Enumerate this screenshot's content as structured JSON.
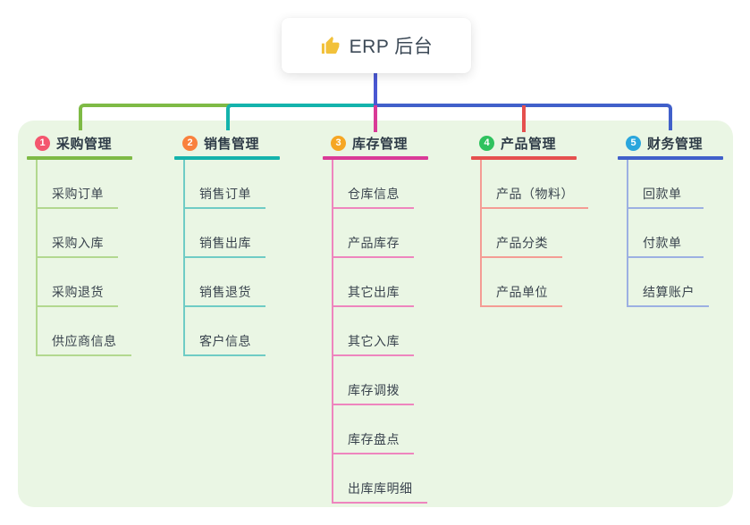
{
  "root": {
    "label": "ERP 后台",
    "icon": "thumbs-up-icon"
  },
  "branches": [
    {
      "number": "1",
      "label": "采购管理",
      "colors": {
        "badge": "#f4566e",
        "main": "#7eba45",
        "light": "#b2d88f"
      },
      "children": [
        "采购订单",
        "采购入库",
        "采购退货",
        "供应商信息"
      ]
    },
    {
      "number": "2",
      "label": "销售管理",
      "colors": {
        "badge": "#f9813d",
        "main": "#14b3ac",
        "light": "#6fccc5"
      },
      "children": [
        "销售订单",
        "销售出库",
        "销售退货",
        "客户信息"
      ]
    },
    {
      "number": "3",
      "label": "库存管理",
      "colors": {
        "badge": "#f6a623",
        "main": "#d93a97",
        "light": "#ee85be"
      },
      "children": [
        "仓库信息",
        "产品库存",
        "其它出库",
        "其它入库",
        "库存调拨",
        "库存盘点",
        "出库库明细"
      ]
    },
    {
      "number": "4",
      "label": "产品管理",
      "colors": {
        "badge": "#2fc25e",
        "main": "#e5504e",
        "light": "#f49c94"
      },
      "children": [
        "产品（物料）",
        "产品分类",
        "产品单位"
      ]
    },
    {
      "number": "5",
      "label": "财务管理",
      "colors": {
        "badge": "#2aa6dd",
        "main": "#4160ca",
        "light": "#9cb0e2"
      },
      "children": [
        "回款单",
        "付款单",
        "结算账户"
      ]
    }
  ],
  "connectors": {
    "root_color": "#4a58d2"
  },
  "canvas": {
    "panel_bg": "#eaf6e4",
    "icon_color": "#f2c13a"
  }
}
